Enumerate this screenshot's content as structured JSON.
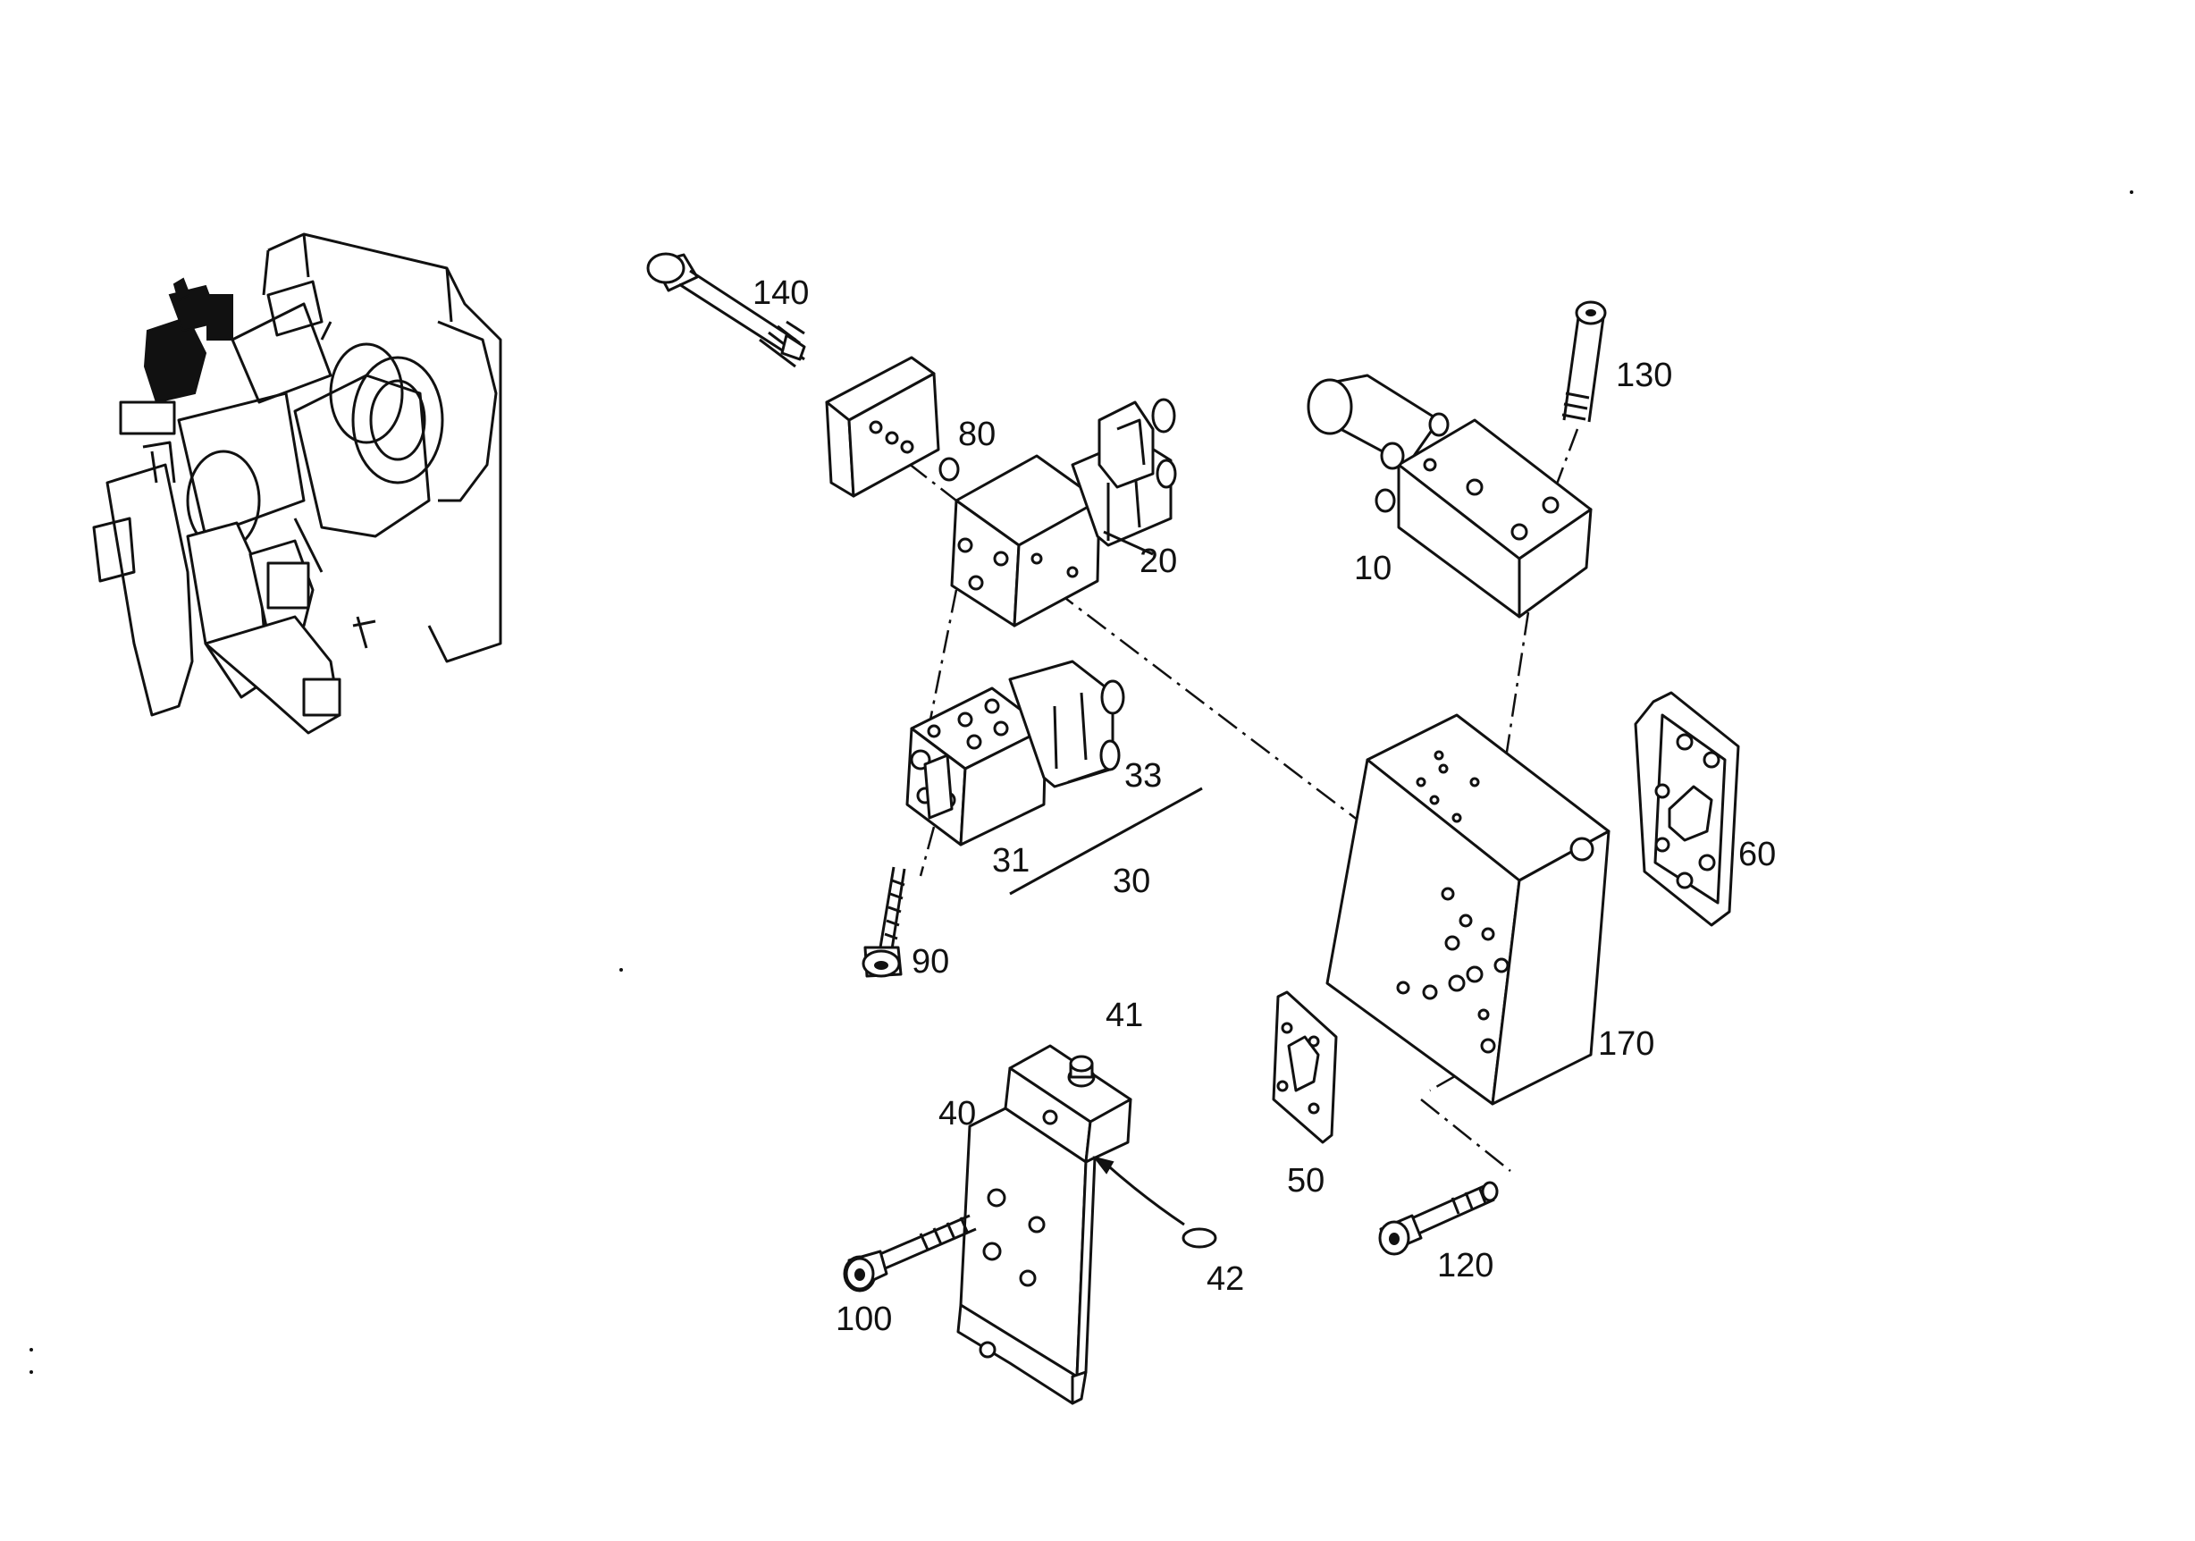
{
  "diagram": {
    "parts": [
      {
        "id": "p10",
        "number": "10"
      },
      {
        "id": "p20",
        "number": "20"
      },
      {
        "id": "p30",
        "number": "30"
      },
      {
        "id": "p31",
        "number": "31"
      },
      {
        "id": "p33",
        "number": "33"
      },
      {
        "id": "p40",
        "number": "40"
      },
      {
        "id": "p41",
        "number": "41"
      },
      {
        "id": "p42",
        "number": "42"
      },
      {
        "id": "p50",
        "number": "50"
      },
      {
        "id": "p60",
        "number": "60"
      },
      {
        "id": "p80",
        "number": "80"
      },
      {
        "id": "p90",
        "number": "90"
      },
      {
        "id": "p100",
        "number": "100"
      },
      {
        "id": "p120",
        "number": "120"
      },
      {
        "id": "p130",
        "number": "130"
      },
      {
        "id": "p140",
        "number": "140"
      },
      {
        "id": "p170",
        "number": "170"
      }
    ]
  }
}
